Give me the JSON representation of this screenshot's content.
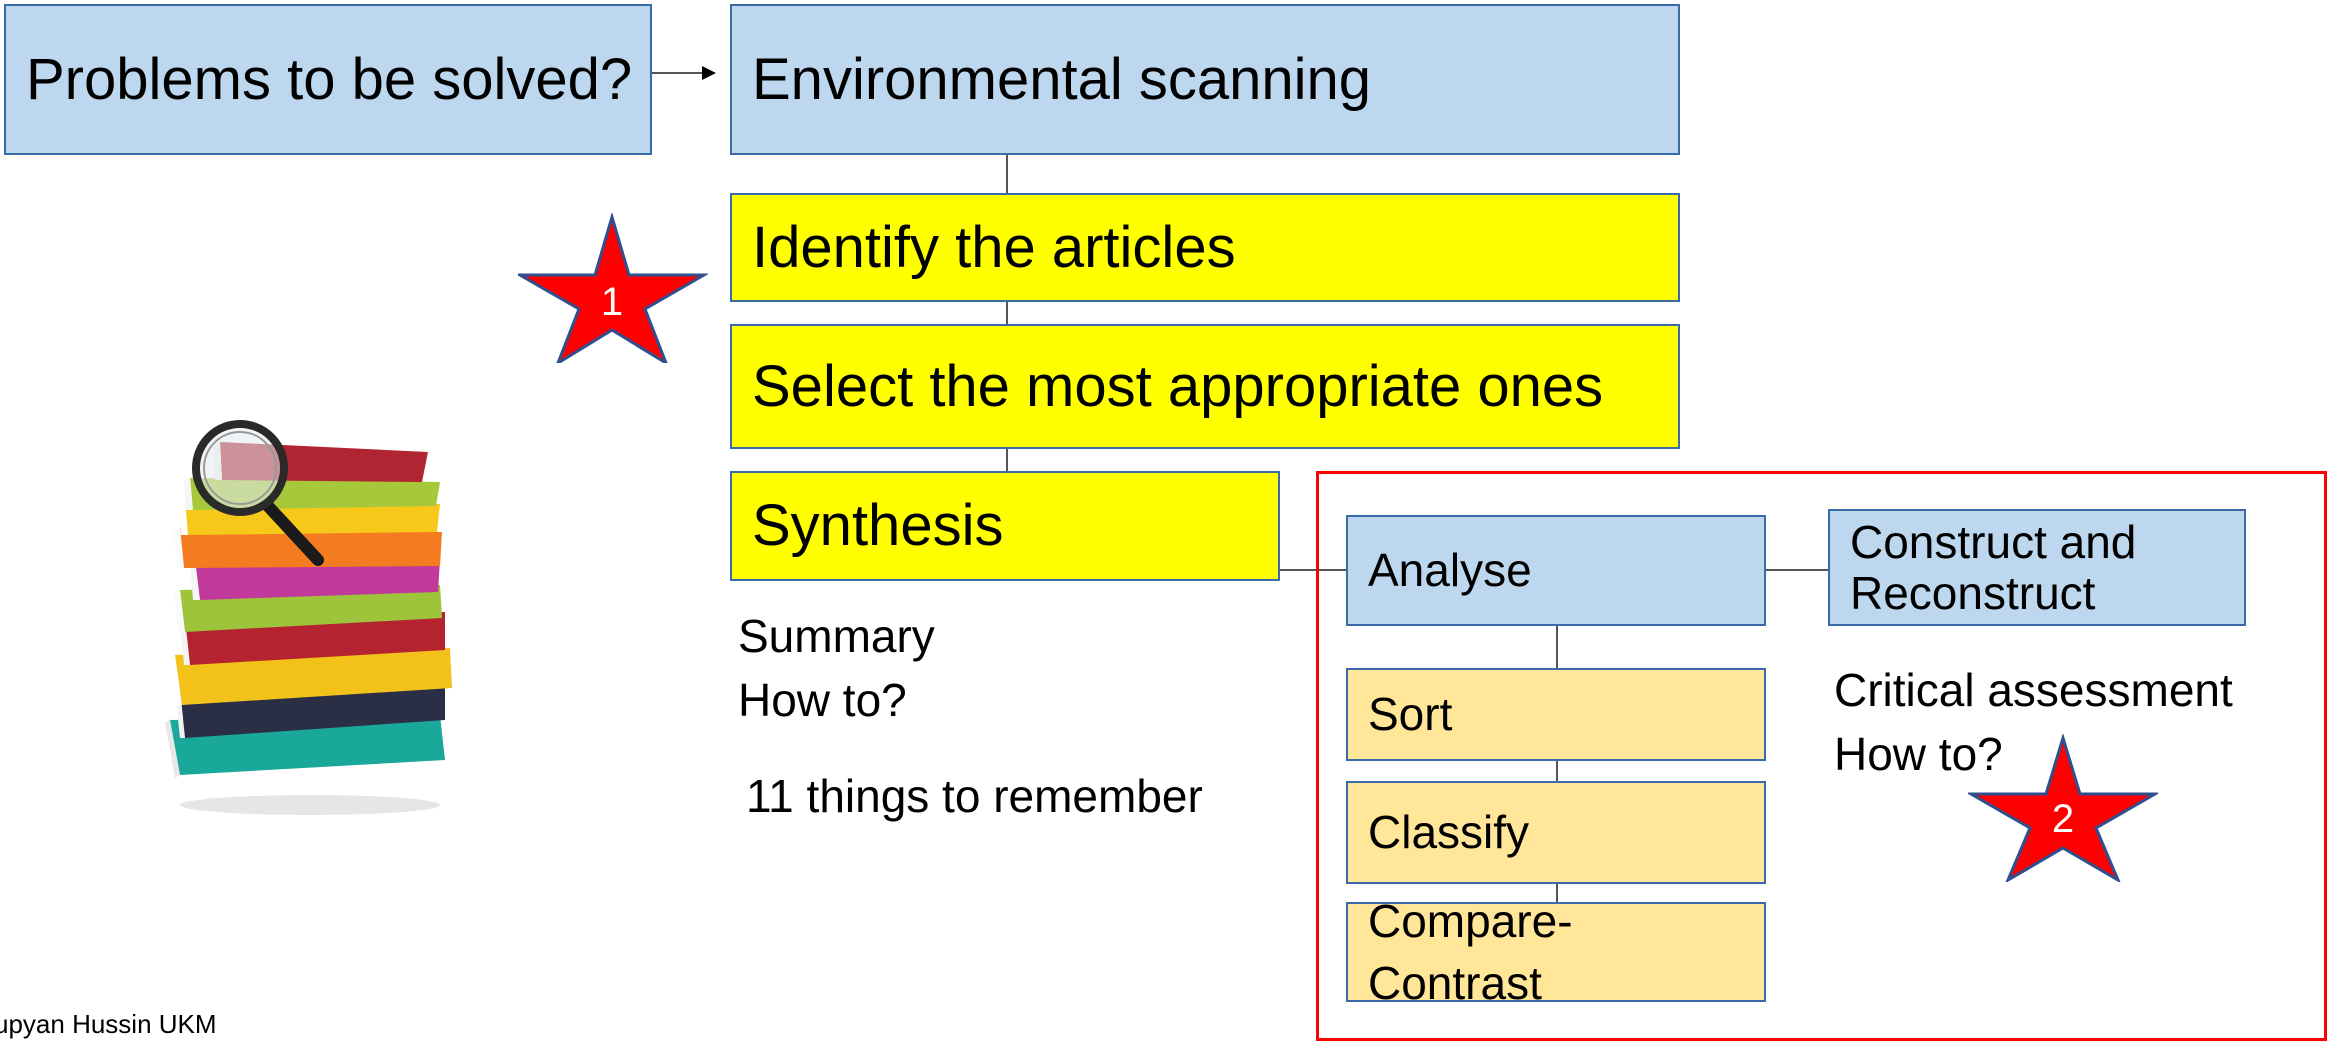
{
  "nodes": {
    "problems": "Problems to be solved?",
    "scanning": "Environmental scanning",
    "identify": "Identify the articles",
    "select": "Select the most appropriate ones",
    "synthesis": "Synthesis",
    "analyse": "Analyse",
    "construct": [
      "Construct and",
      "Reconstruct"
    ],
    "sort": "Sort",
    "classify": "Classify",
    "compare": [
      "Compare-",
      "Contrast"
    ]
  },
  "notes": {
    "synthesis_note": [
      "Summary",
      "How to?"
    ],
    "remember": "11 things to remember",
    "critical": [
      "Critical assessment",
      "How to?"
    ]
  },
  "stars": [
    {
      "label": "1",
      "color": "#ff0000"
    },
    {
      "label": "2",
      "color": "#ff0000"
    }
  ],
  "footer": "upyan Hussin UKM",
  "colors": {
    "blue_box": "#bdd7ee",
    "yellow_box": "#ffff00",
    "tan_box": "#ffe699",
    "frame": "#ff0000",
    "border": "#3a6aa8"
  },
  "image": {
    "name": "books-stack-magnifier"
  }
}
